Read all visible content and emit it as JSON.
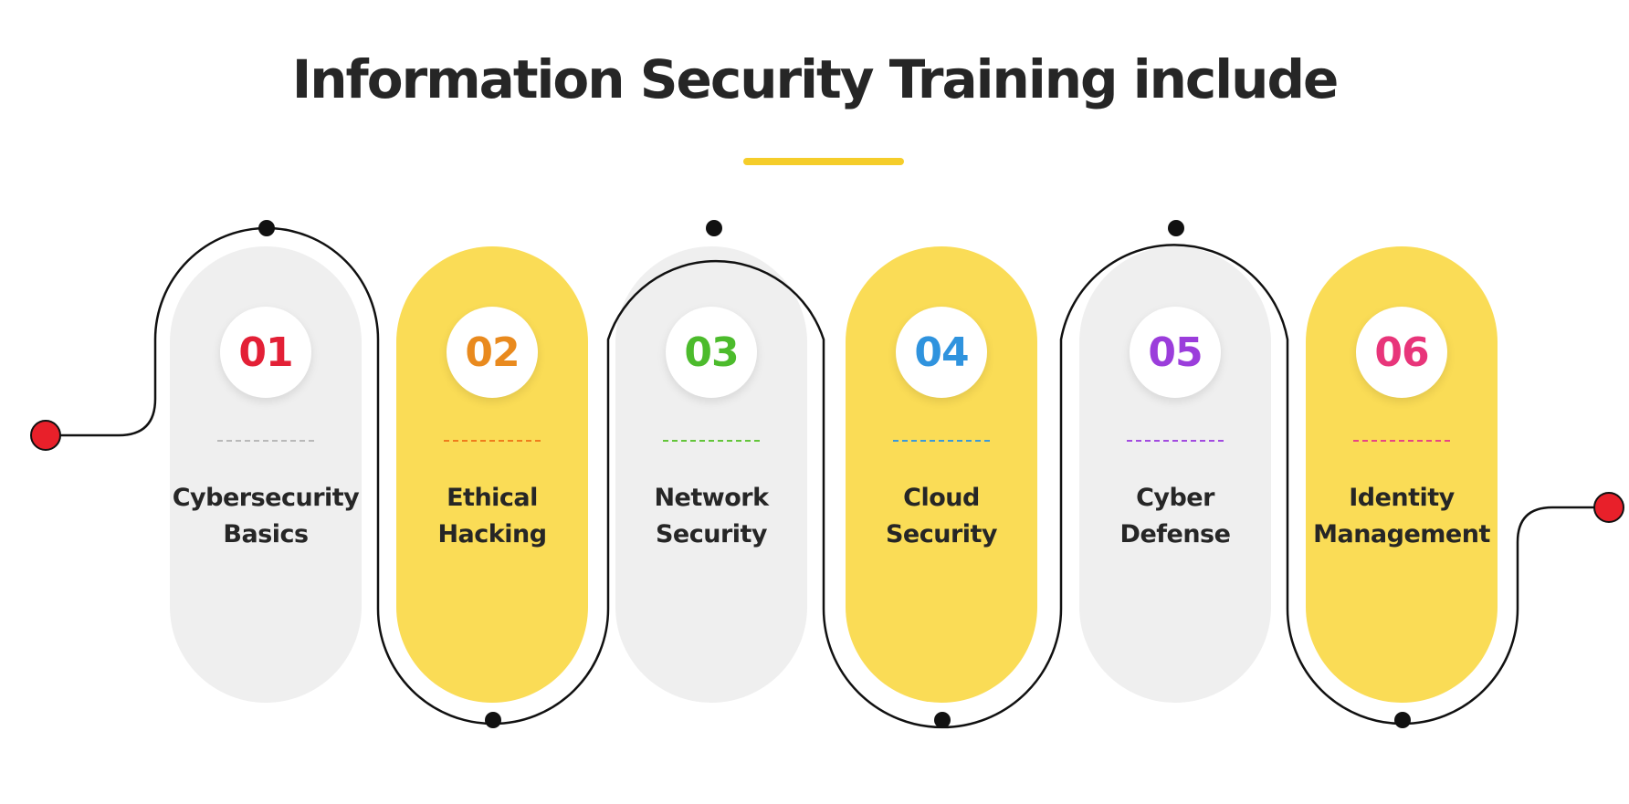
{
  "title": "Information Security Training include",
  "colors": {
    "accent_yellow": "#fadc56",
    "underline_yellow": "#f5cd2a",
    "pill_gray": "#efefef",
    "line_black": "#111111",
    "endpoint_red": "#e8202a"
  },
  "steps": [
    {
      "number": "01",
      "line1": "Cybersecurity",
      "line2": "Basics",
      "number_color": "#e32036",
      "dash_color": "#b9b9b9",
      "fill": "gray"
    },
    {
      "number": "02",
      "line1": "Ethical",
      "line2": "Hacking",
      "number_color": "#e98a1e",
      "dash_color": "#ef7d1c",
      "fill": "yellow"
    },
    {
      "number": "03",
      "line1": "Network",
      "line2": "Security",
      "number_color": "#4cbb2c",
      "dash_color": "#63c53a",
      "fill": "gray"
    },
    {
      "number": "04",
      "line1": "Cloud",
      "line2": "Security",
      "number_color": "#2f93de",
      "dash_color": "#3c9ad8",
      "fill": "yellow"
    },
    {
      "number": "05",
      "line1": "Cyber",
      "line2": "Defense",
      "number_color": "#9b3ddb",
      "dash_color": "#a24be0",
      "fill": "gray"
    },
    {
      "number": "06",
      "line1": "Identity",
      "line2": "Management",
      "number_color": "#e8357a",
      "dash_color": "#e84683",
      "fill": "yellow"
    }
  ]
}
